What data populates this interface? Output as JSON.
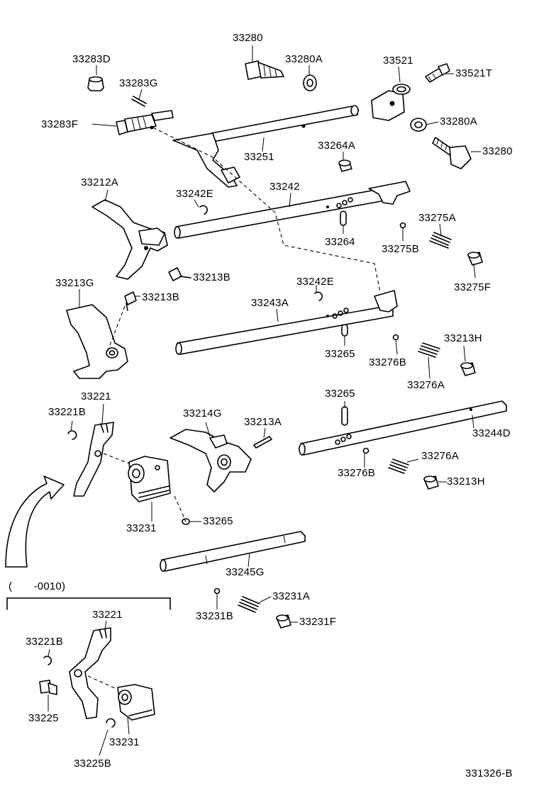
{
  "labels": {
    "p33280_top": "33280",
    "p33283D": "33283D",
    "p33280A_top": "33280A",
    "p33521": "33521",
    "p33521T": "33521T",
    "p33283G": "33283G",
    "p33283F": "33283F",
    "p33280A_right": "33280A",
    "p33251": "33251",
    "p33264A": "33264A",
    "p33280_right": "33280",
    "p33212A": "33212A",
    "p33242": "33242",
    "p33242E_top": "33242E",
    "p33275A": "33275A",
    "p33264": "33264",
    "p33275B": "33275B",
    "p33213B_top": "33213B",
    "p33275F": "33275F",
    "p33213G": "33213G",
    "p33242E_mid": "33242E",
    "p33213B_mid": "33213B",
    "p33243A": "33243A",
    "p33213H_top": "33213H",
    "p33265_top": "33265",
    "p33276B_top": "33276B",
    "p33276A_top": "33276A",
    "p33221_top": "33221",
    "p33265_mid": "33265",
    "p33221B_top": "33221B",
    "p33214G": "33214G",
    "p33213A": "33213A",
    "p33244D": "33244D",
    "p33276A_mid": "33276A",
    "p33276B_mid": "33276B",
    "p33213H_mid": "33213H",
    "p33231_top": "33231",
    "p33265_low": "33265",
    "p33245G": "33245G",
    "p33231A": "33231A",
    "p33231B": "33231B",
    "p33231F": "33231F",
    "p33221_bot": "33221",
    "p33221B_bot": "33221B",
    "p33225": "33225",
    "p33231_bot": "33231",
    "p33225B": "33225B"
  },
  "range_note": "(　　-0010)",
  "diagram_code": "331326-B"
}
